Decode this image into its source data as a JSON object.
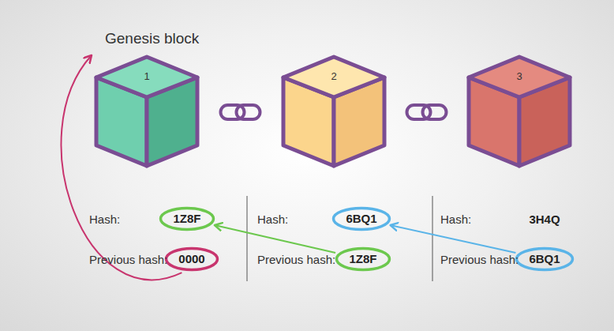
{
  "diagram": {
    "nodes": [
      {
        "text": [
          "Genesis block",
          "1"
        ]
      },
      {
        "text": [
          "2"
        ]
      },
      {
        "text": [
          "3"
        ]
      },
      {
        "text": [
          "1Z8F"
        ]
      },
      {
        "text": [
          "6BQ1"
        ]
      },
      {
        "text": [
          "0000"
        ]
      },
      {
        "text": [
          "1Z8F"
        ]
      },
      {
        "text": [
          "6BQ1"
        ]
      }
    ],
    "edges": [
      {
        "from": 0,
        "to": 1,
        "arrow": "none"
      },
      {
        "from": 1,
        "to": 2,
        "arrow": "none"
      },
      {
        "from": 6,
        "to": 3,
        "arrow": "to"
      },
      {
        "from": 7,
        "to": 4,
        "arrow": "to"
      },
      {
        "from": 5,
        "to": 0,
        "arrow": "to"
      }
    ],
    "labels": [
      "Hash:",
      "Previous hash:",
      "Hash:",
      "Previous hash:",
      "Hash:",
      "3H4Q",
      "Previous hash:"
    ]
  }
}
